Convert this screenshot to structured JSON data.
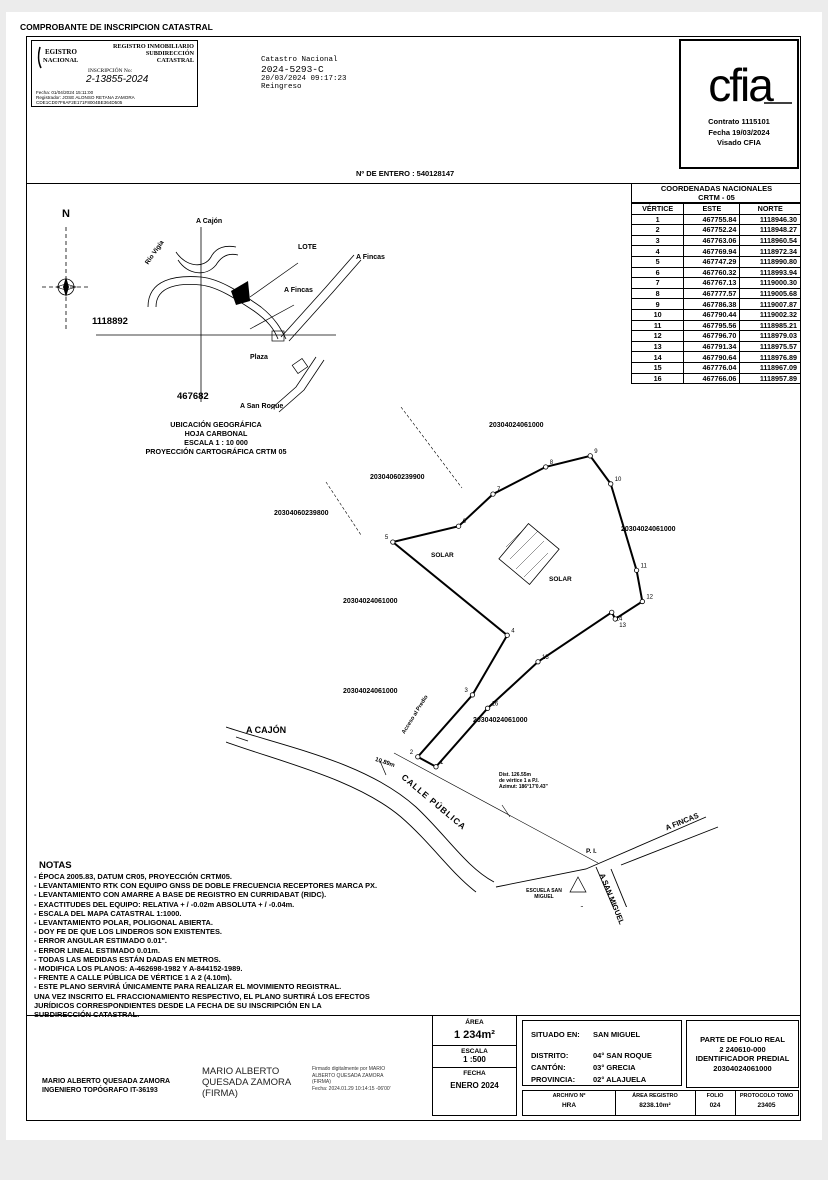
{
  "header": {
    "caption": "COMPROBANTE DE INSCRIPCION CATASTRAL",
    "entero": "Nº DE ENTERO : 540128147"
  },
  "stamp": {
    "line1": "REGISTRO INMOBILIARIO",
    "line2": "SUBDIRECCIÓN",
    "line3": "CATASTRAL",
    "inscription_label": "INSCRIPCIÓN No:",
    "inscription_number": "2-13855-2024",
    "date_line": "Fecha:   01/04/2024 15:11:00",
    "registrar_line": "Registrador: JOSE ALONSO RETANA ZAMORA",
    "code_line": "CDE1CD07F6AF2E171F8004BE364D505"
  },
  "catastro": {
    "title": "Catastro Nacional",
    "number": "2024-5293-C",
    "datetime": "20/03/2024 09:17:23",
    "status": "Reingreso"
  },
  "cfia": {
    "contract": "Contrato 1115101",
    "date": "Fecha 19/03/2024",
    "visado": "Visado CFIA"
  },
  "coordinates": {
    "title": "COORDENADAS NACIONALES",
    "subtitle": "CRTM - 05",
    "headers": [
      "VÉRTICE",
      "ESTE",
      "NORTE"
    ],
    "rows": [
      [
        "1",
        "467755.84",
        "1118946.30"
      ],
      [
        "2",
        "467752.24",
        "1118948.27"
      ],
      [
        "3",
        "467763.06",
        "1118960.54"
      ],
      [
        "4",
        "467769.94",
        "1118972.34"
      ],
      [
        "5",
        "467747.29",
        "1118990.80"
      ],
      [
        "6",
        "467760.32",
        "1118993.94"
      ],
      [
        "7",
        "467767.13",
        "1119000.30"
      ],
      [
        "8",
        "467777.57",
        "1119005.68"
      ],
      [
        "9",
        "467786.38",
        "1119007.87"
      ],
      [
        "10",
        "467790.44",
        "1119002.32"
      ],
      [
        "11",
        "467795.56",
        "1118985.21"
      ],
      [
        "12",
        "467796.70",
        "1118979.03"
      ],
      [
        "13",
        "467791.34",
        "1118975.57"
      ],
      [
        "14",
        "467790.64",
        "1118976.89"
      ],
      [
        "15",
        "467776.04",
        "1118967.09"
      ],
      [
        "16",
        "467766.06",
        "1118957.89"
      ]
    ]
  },
  "location_map": {
    "north": "N",
    "labels": [
      "A Cajón",
      "Río Vigía",
      "LOTE",
      "A Fincas",
      "A Fincas",
      "Plaza",
      "A San Roque"
    ],
    "coord_north": "1118892",
    "coord_east": "467682"
  },
  "geo_info": [
    "UBICACIÓN GEOGRÁFICA",
    "HOJA CARBONAL",
    "ESCALA 1 : 10 000",
    "PROYECCIÓN CARTOGRÁFICA CRTM 05"
  ],
  "plan": {
    "neighbors": [
      "20304024061000",
      "20304060239900",
      "20304060239800",
      "20304024061000",
      "20304024061000",
      "20304024061000",
      "20304024061000"
    ],
    "solar": "SOLAR",
    "access": "Acceso al Predio",
    "frontage": "10.89m",
    "roads": [
      "A CAJÓN",
      "CALLE PÚBLICA",
      "A FINCAS",
      "A SAN MIGUEL"
    ],
    "distance": [
      "Dist. 126.55m",
      "de vértice 1 a P.I.",
      "Azimut: 186°17'0.43\""
    ],
    "pi": "P. I.",
    "school": "ESCUELA SAN MIGUEL"
  },
  "notes": {
    "title": "NOTAS",
    "items": [
      "- ÉPOCA 2005.83, DATUM CR05, PROYECCIÓN CRTM05.",
      "- LEVANTAMIENTO RTK CON EQUIPO GNSS DE DOBLE FRECUENCIA RECEPTORES MARCA PX.",
      "- LEVANTAMIENTO CON AMARRE A BASE DE REGISTRO EN CURRIDABAT (RIDC).",
      "- EXACTITUDES DEL EQUIPO: RELATIVA + / -0.02m ABSOLUTA + / -0.04m.",
      "- ESCALA DEL MAPA CATASTRAL 1:1000.",
      "- LEVANTAMIENTO POLAR, POLIGONAL ABIERTA.",
      "- DOY FE DE QUE LOS LINDEROS SON EXISTENTES.",
      "- ERROR ANGULAR ESTIMADO 0.01\".",
      "- ERROR LINEAL ESTIMADO 0.01m.",
      "- TODAS LAS MEDIDAS ESTÁN DADAS EN METROS.",
      "- MODIFICA LOS PLANOS: A-462698-1982 Y A-844152-1989.",
      "- FRENTE A CALLE PÚBLICA DE VÉRTICE 1 A 2 (4.10m).",
      "- ESTE PLANO SERVIRÁ ÚNICAMENTE PARA REALIZAR EL MOVIMIENTO REGISTRAL.",
      "UNA VEZ INSCRITO EL FRACCIONAMIENTO RESPECTIVO, EL PLANO SURTIRÁ LOS EFECTOS",
      "JURÍDICOS CORRESPONDIENTES DESDE LA FECHA DE SU INSCRIPCIÓN EN LA",
      "SUBDIRECCIÓN CATASTRAL."
    ]
  },
  "title_block": {
    "area_label": "ÁREA",
    "area_value": "1 234m²",
    "scale_label": "ESCALA",
    "scale_value": "1 :500",
    "date_label": "FECHA",
    "date_value": "ENERO 2024"
  },
  "location": {
    "situated_label": "SITUADO EN:",
    "situated_value": "SAN MIGUEL",
    "district_label": "DISTRITO:",
    "district_value": "04° SAN ROQUE",
    "canton_label": "CANTÓN:",
    "canton_value": "03° GRECIA",
    "province_label": "PROVINCIA:",
    "province_value": "02° ALAJUELA"
  },
  "folio": {
    "title": "PARTE DE FOLIO REAL",
    "number": "2 240610-000",
    "identifier_label": "IDENTIFICADOR PREDIAL",
    "identifier": "20304024061000"
  },
  "signature": {
    "engineer_name": "MARIO ALBERTO QUESADA ZAMORA",
    "engineer_title": "INGENIERO TOPÓGRAFO IT-36193",
    "sig_line1": "MARIO ALBERTO",
    "sig_line2": "QUESADA ZAMORA",
    "sig_line3": "(FIRMA)",
    "detail": [
      "Firmado digitalmente por MARIO",
      "ALBERTO QUESADA ZAMORA",
      "(FIRMA)",
      "Fecha: 2024.01.29 10:14:15 -06'00'"
    ]
  },
  "registry_row": {
    "archive_label": "ARCHIVO Nº",
    "archive_value": "HRA",
    "area_label": "ÁREA REGISTRO",
    "area_value": "8238.10m²",
    "folio_label": "FOLIO",
    "folio_value": "024",
    "protocol_label": "PROTOCOLO TOMO",
    "protocol_value": "23405"
  }
}
